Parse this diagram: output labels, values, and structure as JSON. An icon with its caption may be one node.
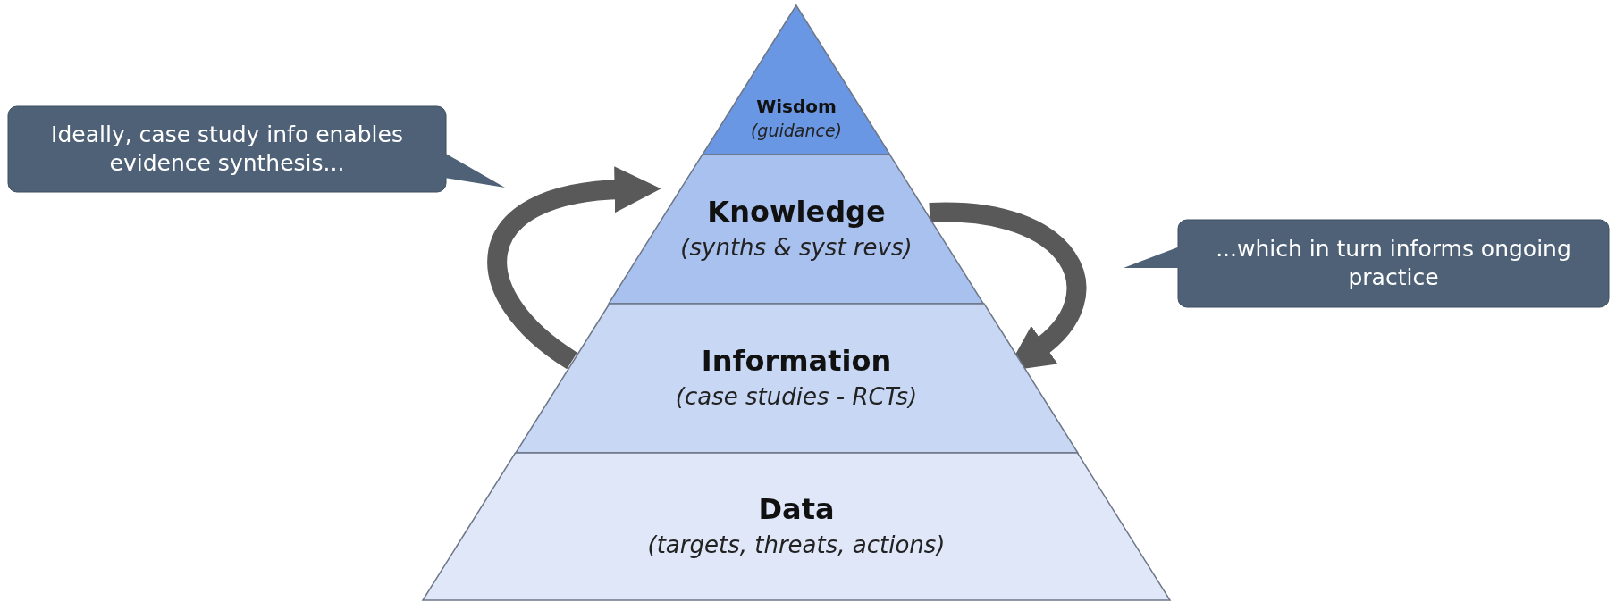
{
  "diagram": {
    "nodes": [
      {
        "text": [
          "Wisdom",
          "(guidance)"
        ]
      },
      {
        "text": [
          "Knowledge",
          "(synths & syst revs)"
        ]
      },
      {
        "text": [
          "Information",
          "(case studies - RCTs)"
        ]
      },
      {
        "text": [
          "Data",
          "(targets, threats, actions)"
        ]
      },
      {
        "text": [
          "Ideally, case study info enables evidence synthesis..."
        ]
      },
      {
        "text": [
          "...which in turn informs ongoing practice"
        ]
      }
    ],
    "edges": [
      {
        "from": 2,
        "to": 1,
        "arrow": "to"
      },
      {
        "from": 1,
        "to": 2,
        "arrow": "to"
      }
    ]
  }
}
